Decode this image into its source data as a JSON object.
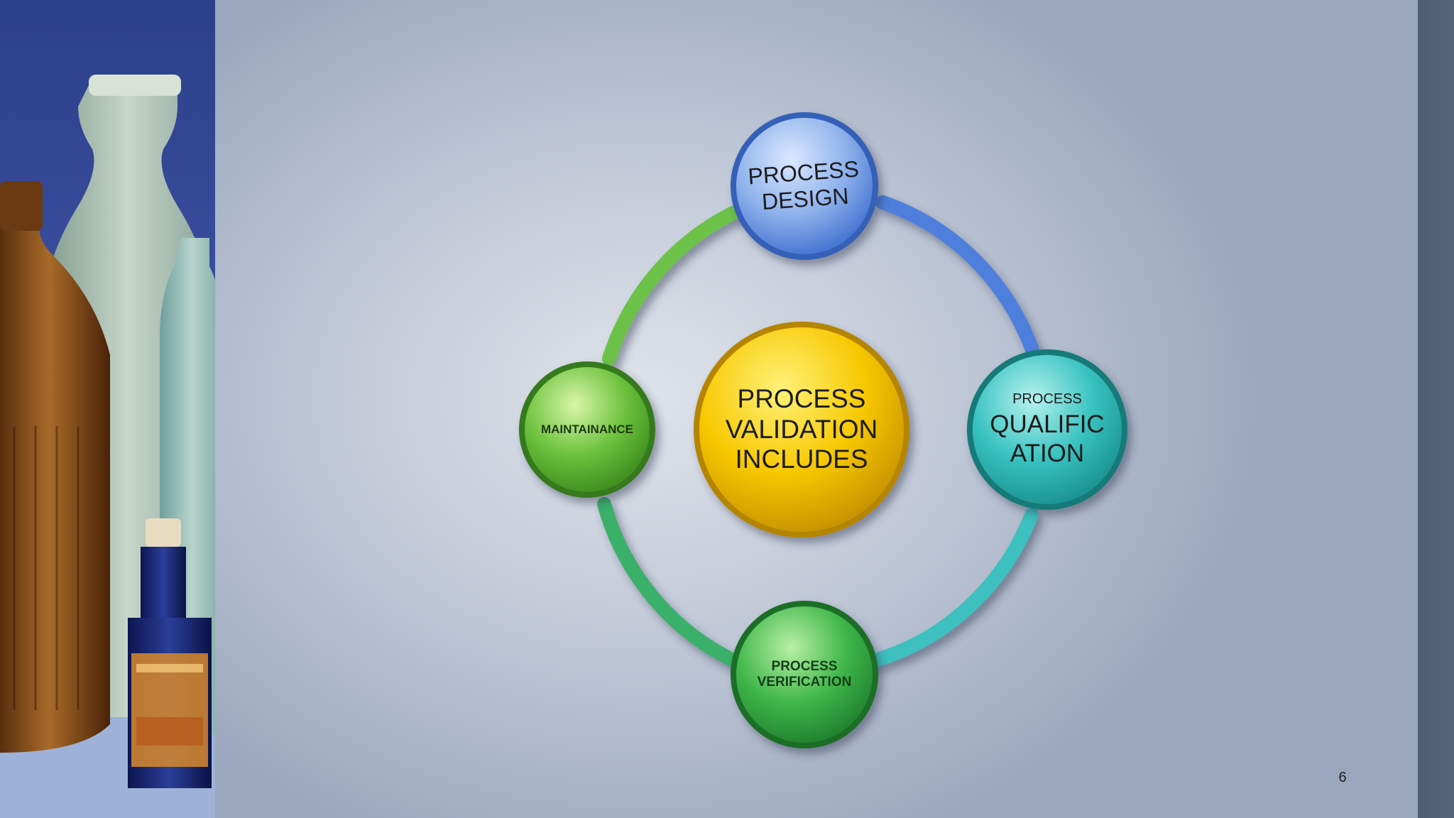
{
  "diagram": {
    "center": {
      "label_lines": [
        "PROCESS",
        "VALIDATION",
        "INCLUDES"
      ],
      "color": "#f7c800"
    },
    "nodes": [
      {
        "id": "process-design",
        "label_lines": [
          "PROCESS",
          "DESIGN"
        ],
        "color": "#8fb2ec"
      },
      {
        "id": "process-qualification",
        "label_lines": [
          "PROCESS",
          "QUALIFIC",
          "ATION"
        ],
        "color": "#37c2c0"
      },
      {
        "id": "process-verification",
        "label_lines": [
          "PROCESS",
          "VERIFICATION"
        ],
        "color": "#3fb64a"
      },
      {
        "id": "maintainance",
        "label_lines": [
          "MAINTAINANCE"
        ],
        "color": "#6bc13c"
      }
    ],
    "ring_colors": {
      "top_right": "#4f7fdc",
      "bottom_right": "#3cc0bf",
      "bottom_left": "#3ab06a",
      "top_left": "#6cc24a"
    }
  },
  "footer": {
    "page_number": "6"
  }
}
